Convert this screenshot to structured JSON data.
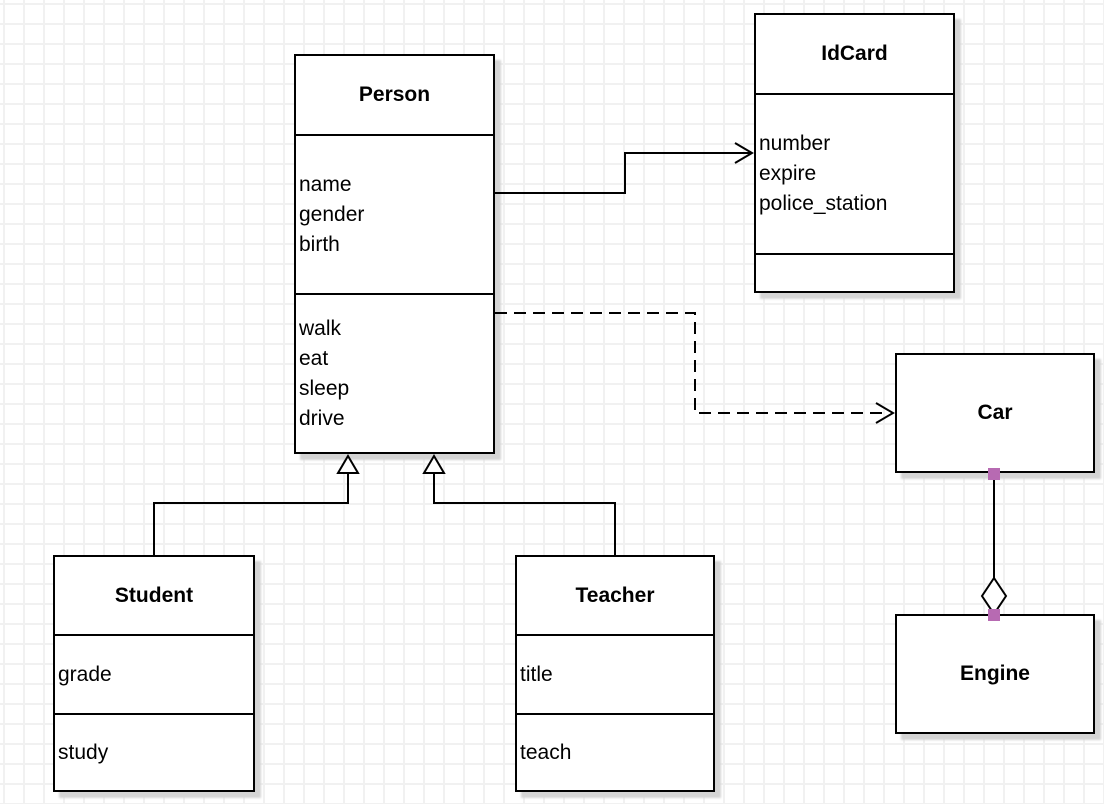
{
  "classes": {
    "person": {
      "title": "Person",
      "attributes": [
        "name",
        "gender",
        "birth"
      ],
      "methods": [
        "walk",
        "eat",
        "sleep",
        "drive"
      ]
    },
    "idcard": {
      "title": "IdCard",
      "attributes": [
        "number",
        "expire",
        "police_station"
      ],
      "methods": []
    },
    "student": {
      "title": "Student",
      "attributes": [
        "grade"
      ],
      "methods": [
        "study"
      ]
    },
    "teacher": {
      "title": "Teacher",
      "attributes": [
        "title"
      ],
      "methods": [
        "teach"
      ]
    },
    "car": {
      "title": "Car"
    },
    "engine": {
      "title": "Engine"
    }
  },
  "relationships": [
    {
      "from": "Person",
      "to": "IdCard",
      "type": "association",
      "line": "solid",
      "marker": "open-arrow"
    },
    {
      "from": "Person",
      "to": "Car",
      "type": "dependency",
      "line": "dashed",
      "marker": "open-arrow"
    },
    {
      "from": "Student",
      "to": "Person",
      "type": "generalization",
      "line": "solid",
      "marker": "hollow-triangle"
    },
    {
      "from": "Teacher",
      "to": "Person",
      "type": "generalization",
      "line": "solid",
      "marker": "hollow-triangle"
    },
    {
      "from": "Car",
      "to": "Engine",
      "type": "aggregation",
      "line": "solid",
      "marker": "hollow-diamond"
    }
  ],
  "colors": {
    "stroke": "#000000",
    "box_fill": "#ffffff",
    "shadow": "#d4d4d4",
    "grid_line": "#f1f1f1",
    "connection_point": "#b76ab2"
  }
}
